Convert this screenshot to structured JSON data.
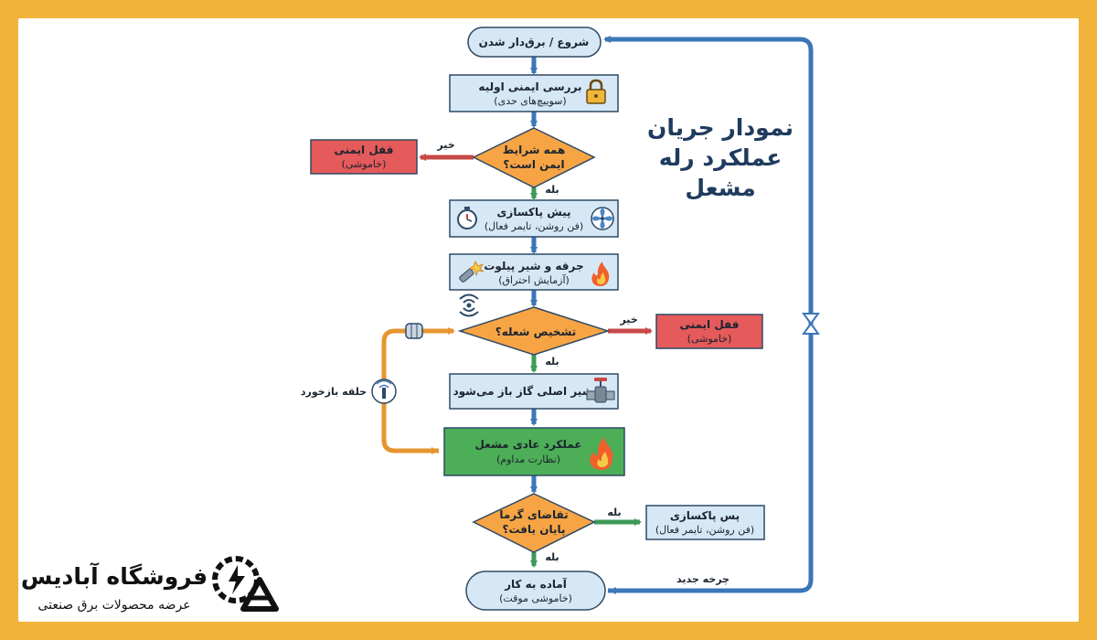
{
  "title": [
    "نمودار جریان",
    "عملکرد رله",
    "مشعل"
  ],
  "nodes": {
    "start": {
      "label": "شروع / برق‌دار شدن"
    },
    "safety_check": {
      "label": "بررسی ایمنی اولیه",
      "sub": "(سوییچ‌های حدی)"
    },
    "safe_decision": {
      "label1": "همه شرایط",
      "label2": "ایمن است؟"
    },
    "lockout1": {
      "label": "قفل ایمنی",
      "sub": "(خاموشی)"
    },
    "prepurge": {
      "label": "پیش پاکسازی",
      "sub": "(فن روشن، تایمر فعال)"
    },
    "ignition": {
      "label": "جرقه و شیر پیلوت",
      "sub": "(آزمایش احتراق)"
    },
    "flame_decision": {
      "label": "تشخیص شعله؟"
    },
    "lockout2": {
      "label": "قفل ایمنی",
      "sub": "(خاموشی)"
    },
    "gas_valve": {
      "label": "شیر اصلی گاز باز می‌شود"
    },
    "normal_op": {
      "label": "عملکرد عادی مشعل",
      "sub": "(نظارت مداوم)"
    },
    "heat_decision": {
      "label1": "تقاضای گرما",
      "label2": "پایان یافت؟"
    },
    "postpurge": {
      "label": "پس پاکسازی",
      "sub": "(فن روشن، تایمر فعال)"
    },
    "standby": {
      "label": "آماده به کار",
      "sub": "(خاموشی موقت)"
    }
  },
  "edge_labels": {
    "no1": "خیر",
    "yes1": "بله",
    "no2": "خیر",
    "yes2": "بله",
    "yes3": "بله",
    "yes4": "بله",
    "feedback": "حلقه بازخورد",
    "new_cycle": "چرخه جدید"
  },
  "brand": {
    "name": "فروشگاه آبادیس",
    "tagline": "عرضه محصولات برق صنعتی"
  },
  "colors": {
    "process": "#d6e8f6",
    "decision": "#f7a444",
    "lockout": "#e55a5a",
    "normal": "#4cae56",
    "arrow_blue": "#3b76b8",
    "arrow_red": "#c84848",
    "arrow_green": "#3d9a57",
    "arrow_orange": "#e6952e",
    "frame": "#f2b33a"
  },
  "icons": [
    "lock-icon",
    "timer-icon",
    "fan-icon",
    "igniter-icon",
    "flame-icon",
    "flame-sensor-icon",
    "gas-valve-icon",
    "antenna-icon",
    "brand-logo-icon"
  ]
}
